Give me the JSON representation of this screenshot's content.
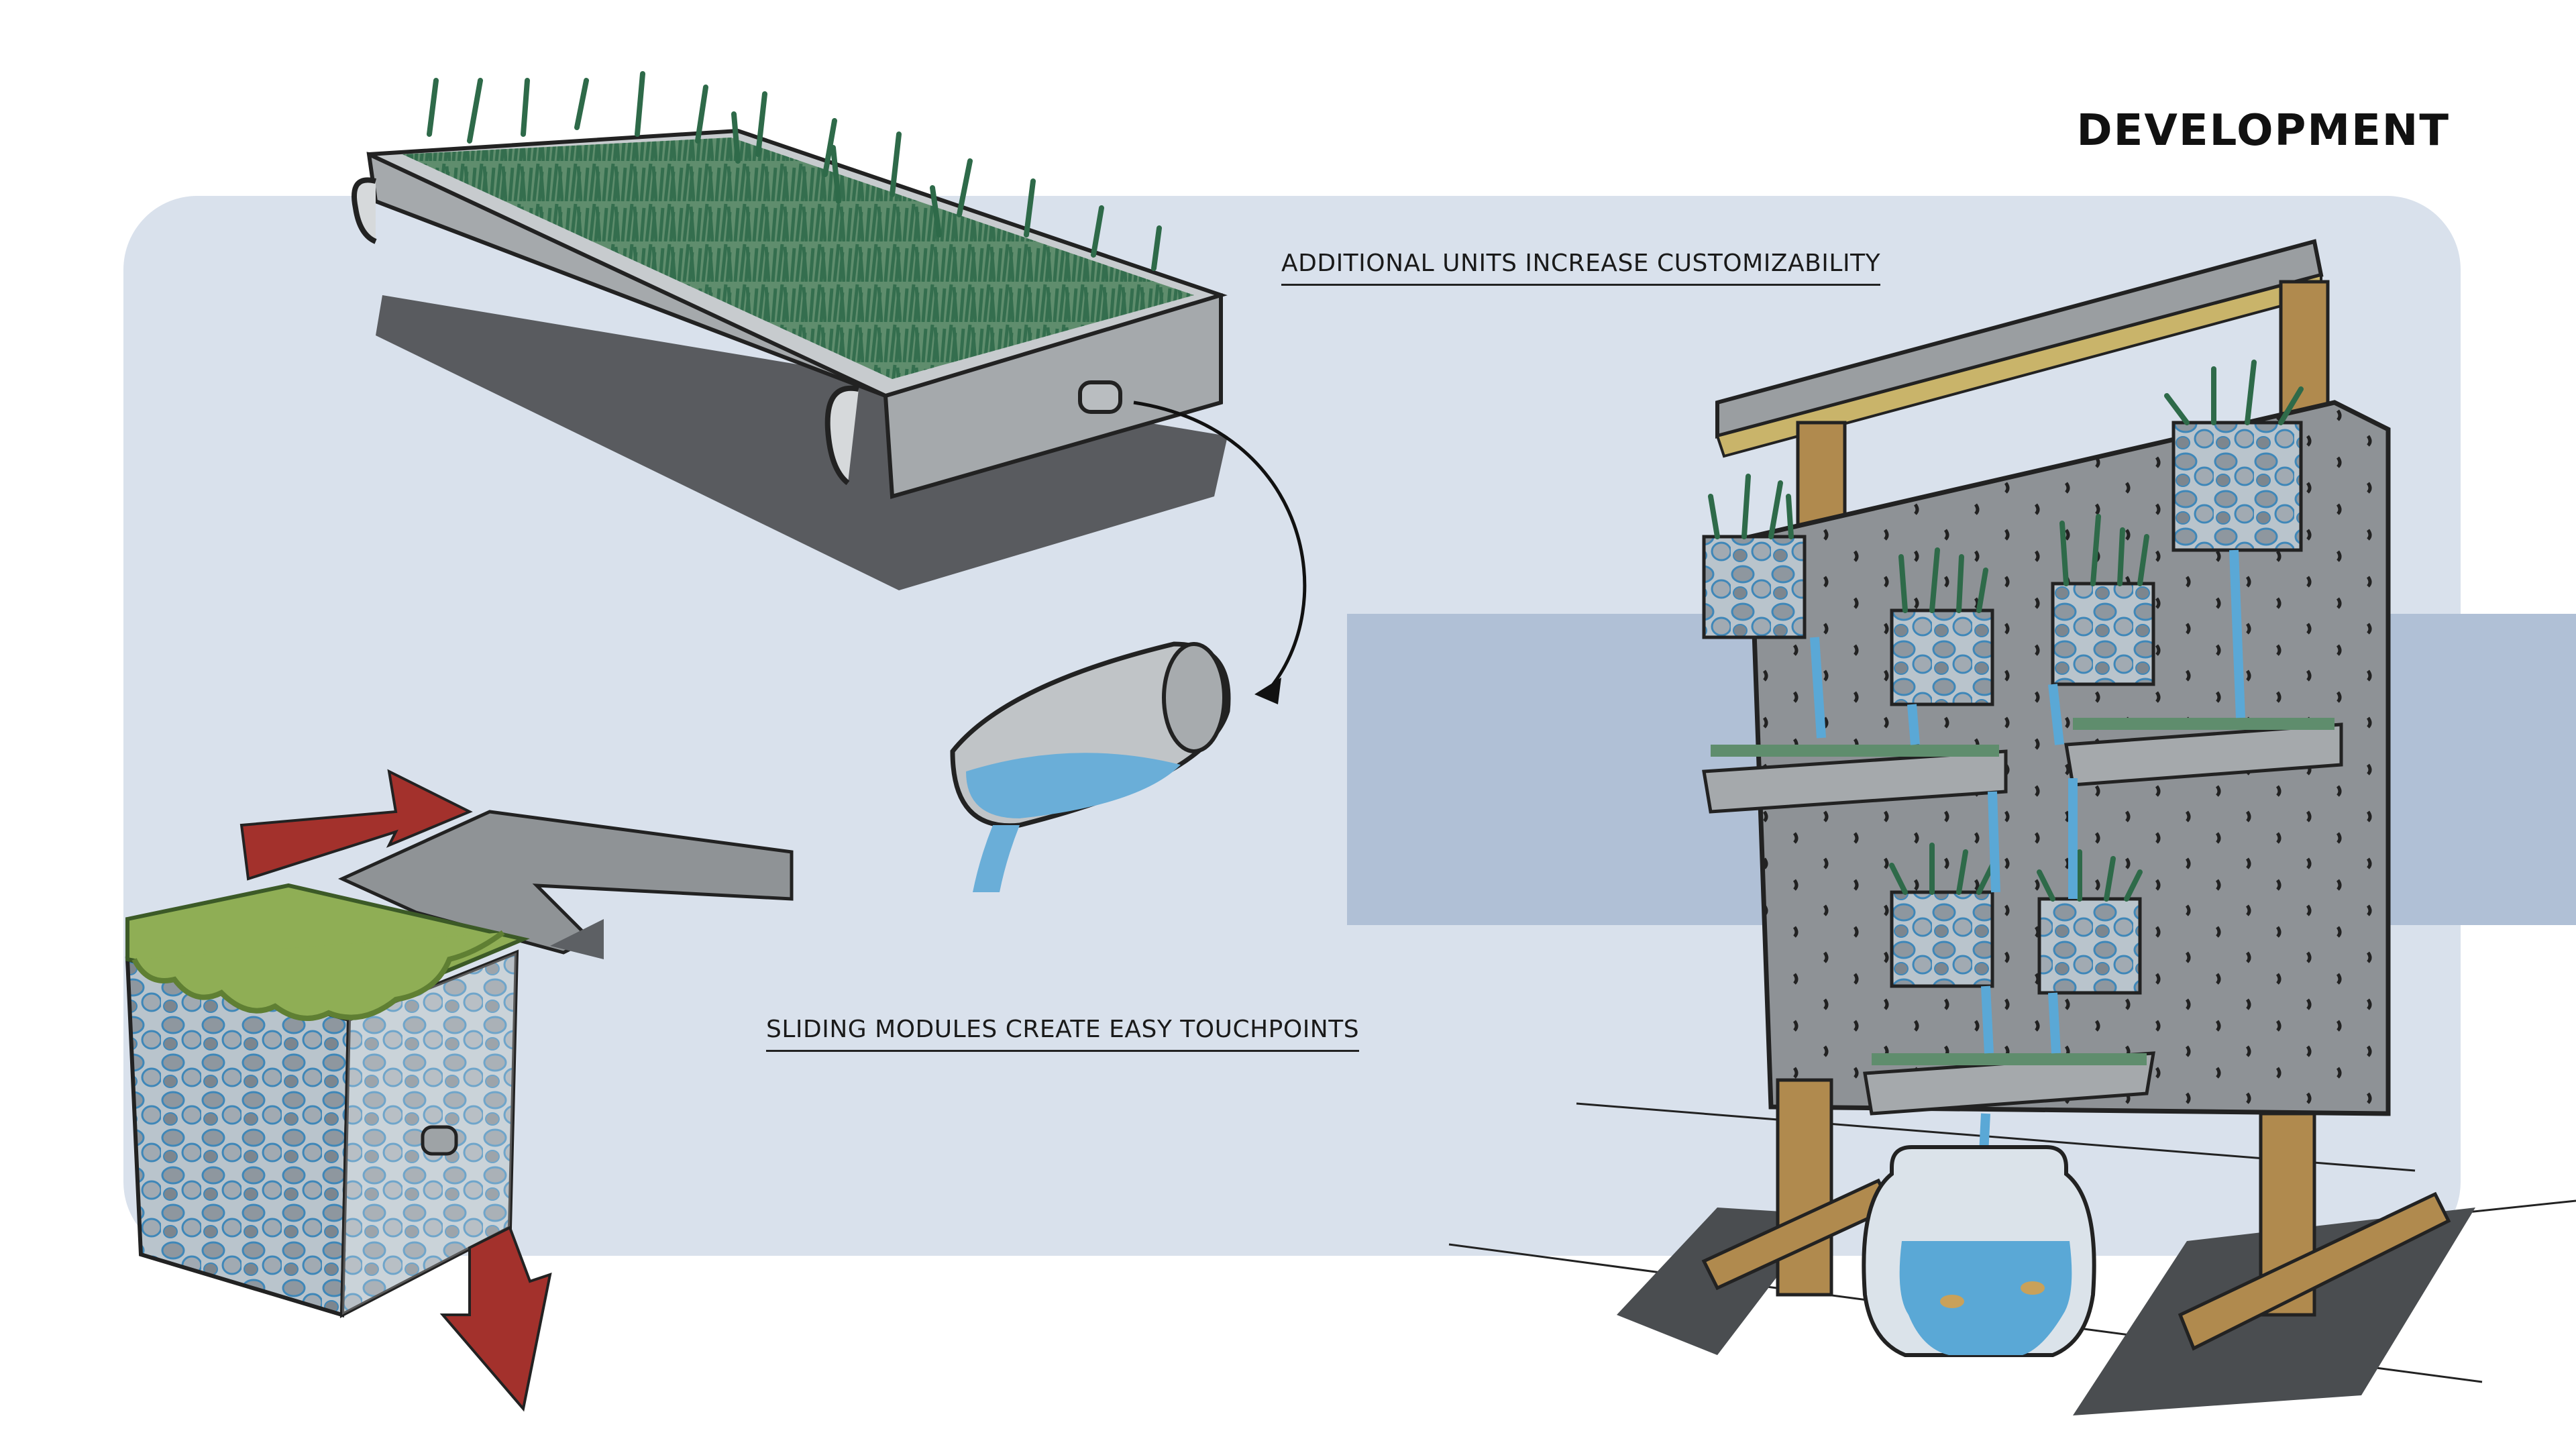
{
  "header": {
    "title": "DEVELOPMENT"
  },
  "callouts": {
    "additional_units": "ADDITIONAL UNITS INCREASE CUSTOMIZABILITY",
    "sliding_modules": "SLIDING MODULES CREATE EASY TOUCHPOINTS"
  },
  "colors": {
    "panel_bg": "#d9e1ec",
    "band": "#b0c0d6",
    "tray_grey": "#9ea3a6",
    "grass_green": "#4d8a63",
    "moss_green": "#8fae55",
    "water_blue": "#5aa8d6",
    "arrow_red": "#a3312c",
    "wood": "#b08a4e",
    "board_grey": "#8e9296"
  },
  "icons": {
    "arrow_flow": "curved-arrow-icon",
    "slide_arrow": "red-arrow-icon"
  }
}
